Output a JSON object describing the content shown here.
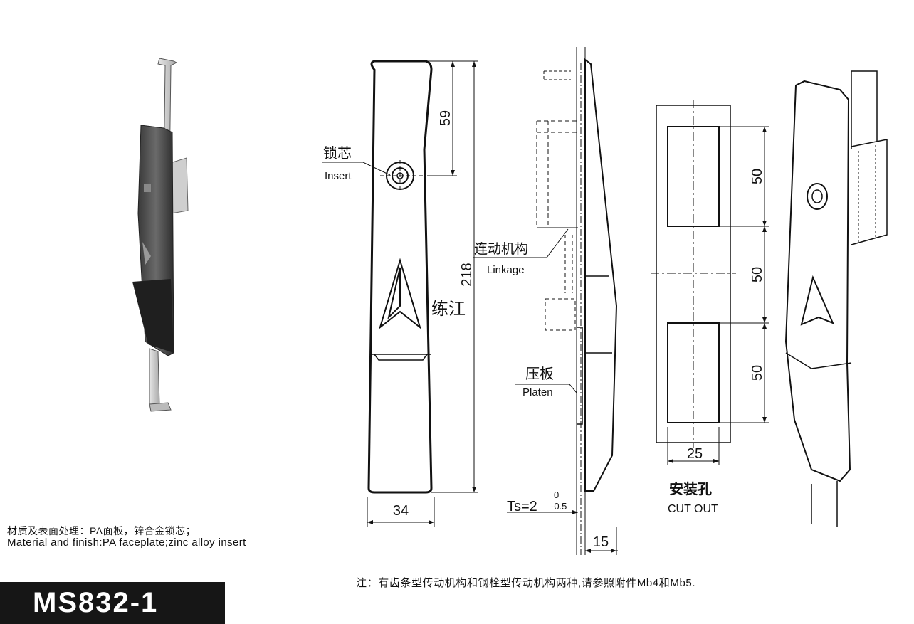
{
  "labels": {
    "insert_cn": "锁芯",
    "insert_en": "Insert",
    "linkage_cn": "连动机构",
    "linkage_en": "Linkage",
    "platen_cn": "压板",
    "platen_en": "Platen",
    "cutout_cn": "安装孔",
    "cutout_en": "CUT OUT",
    "watermark": "练江"
  },
  "dimensions": {
    "d59": "59",
    "d218": "218",
    "d34": "34",
    "d15": "15",
    "d50_top": "50",
    "d50_mid": "50",
    "d50_bot": "50",
    "d25": "25",
    "ts_main": "Ts=2",
    "ts_upper": "0",
    "ts_lower": "-0.5"
  },
  "material": {
    "cn": "材质及表面处理：PA面板，锌合金锁芯；",
    "en": "Material and finish:PA faceplate;zinc alloy insert"
  },
  "note": "注：有齿条型传动机构和钢栓型传动机构两种,请参照附件Mb4和Mb5.",
  "model": "MS832-1"
}
